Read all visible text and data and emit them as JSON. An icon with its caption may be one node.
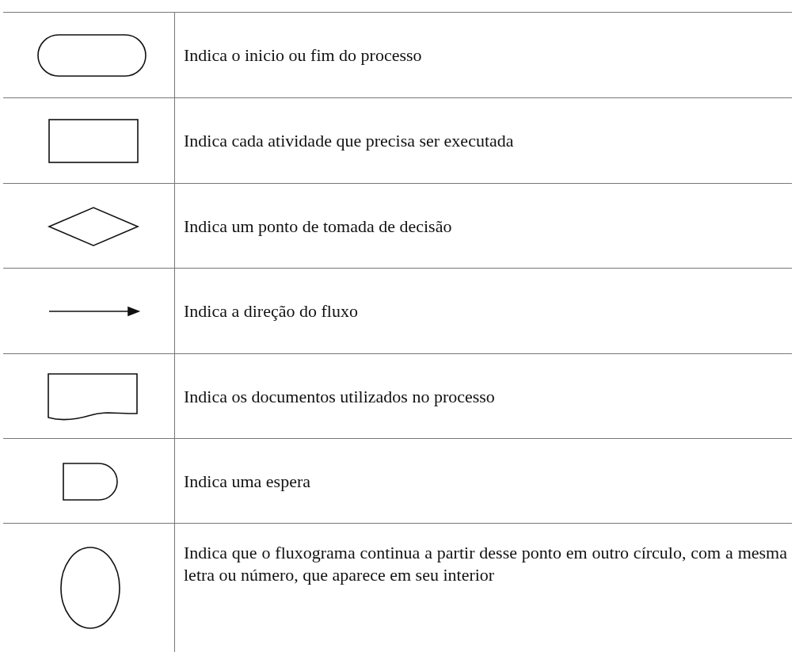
{
  "diagram": {
    "legend": [
      {
        "text": "Indica o inicio ou fim do processo"
      },
      {
        "text": "Indica cada atividade que precisa ser executada"
      },
      {
        "text": "Indica um ponto de tomada de decisão"
      },
      {
        "text": "Indica a direção do fluxo"
      },
      {
        "text": "Indica os documentos utilizados no processo"
      },
      {
        "text": "Indica uma espera"
      },
      {
        "text": "Indica que o fluxograma continua a partir desse ponto em outro círculo, com a mesma letra ou número, que aparece em seu interior"
      }
    ]
  }
}
